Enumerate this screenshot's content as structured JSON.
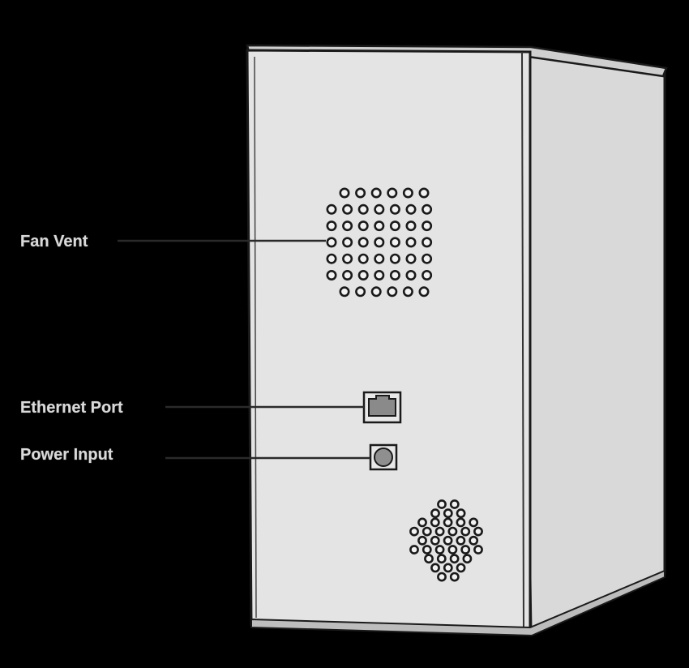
{
  "labels": {
    "fan_vent": "Fan Vent",
    "ethernet_port": "Ethernet Port",
    "power_input": "Power Input"
  },
  "colors": {
    "background": "#000000",
    "case_front": "#e4e4e4",
    "case_side": "#dadada",
    "outline": "#1a1a1a",
    "label_text": "#d9d9d9",
    "leader_line": "#2a2a2a"
  }
}
